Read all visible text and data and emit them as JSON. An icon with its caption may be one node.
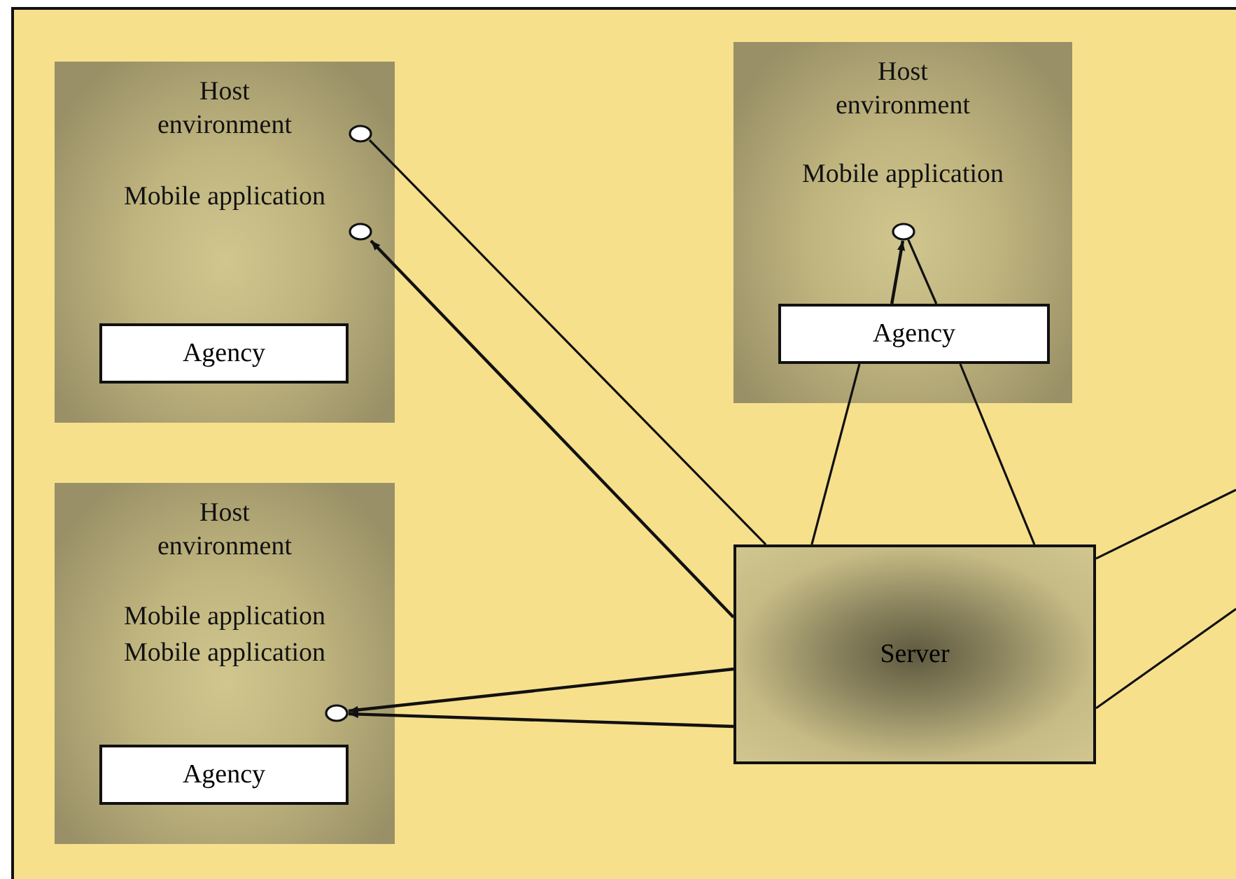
{
  "diagram": {
    "nodes": [
      {
        "text": [
          "Host environment",
          "Mobile application"
        ]
      },
      {
        "text": [],
        "shape": "circle",
        "in": 0
      },
      {
        "text": [],
        "shape": "circle",
        "in": 0
      },
      {
        "text": [
          "Agency"
        ],
        "in": 0
      },
      {
        "text": [
          "Host environment",
          "Mobile application"
        ]
      },
      {
        "text": [],
        "shape": "circle",
        "in": 4
      },
      {
        "text": [
          "Agency"
        ],
        "in": 4
      },
      {
        "text": [
          "Host environment",
          "Mobile application",
          "Mobile application"
        ]
      },
      {
        "text": [],
        "shape": "circle",
        "in": 7
      },
      {
        "text": [
          "Agency"
        ],
        "in": 7
      },
      {
        "text": [
          "Server"
        ]
      }
    ],
    "edges": [
      {
        "from": 1,
        "to": 10,
        "arrow": "none"
      },
      {
        "from": 10,
        "to": 6,
        "arrow": "none"
      },
      {
        "from": 6,
        "to": 5,
        "arrow": "to"
      },
      {
        "from": 5,
        "to": 6,
        "arrow": "none"
      },
      {
        "from": 6,
        "to": 10,
        "arrow": "none"
      },
      {
        "from": 10,
        "to": null,
        "arrow": "none"
      },
      {
        "from": null,
        "to": 10,
        "arrow": "none"
      },
      {
        "from": 10,
        "to": 8,
        "arrow": "to"
      },
      {
        "from": 10,
        "to": 2,
        "arrow": "to"
      },
      {
        "from": 10,
        "to": 8,
        "arrow": "to"
      }
    ]
  }
}
